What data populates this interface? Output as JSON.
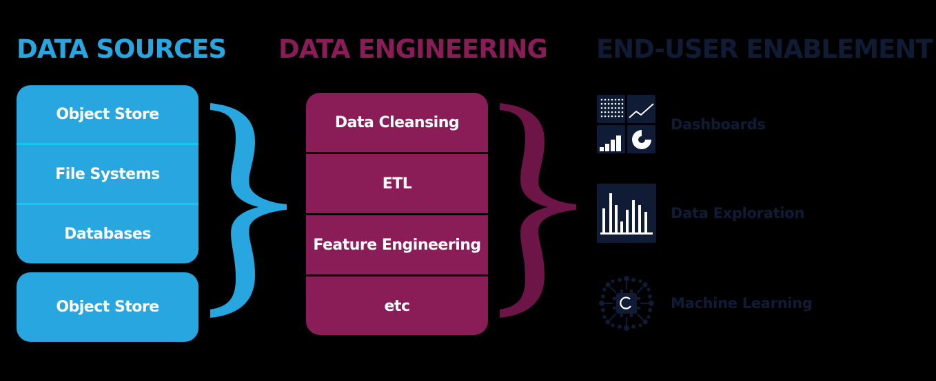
{
  "headings": {
    "data_sources": "DATA SOURCES",
    "data_engineering": "DATA ENGINEERING",
    "end_user_enablement": "END-USER ENABLEMENT"
  },
  "data_sources": {
    "stack": [
      "Object Store",
      "File Systems",
      "Databases"
    ],
    "single": "Object Store"
  },
  "data_engineering": {
    "stack": [
      "Data Cleansing",
      "ETL",
      "Feature Engineering",
      "etc"
    ]
  },
  "end_user_enablement": {
    "items": [
      {
        "label": "Dashboards",
        "icon": "dashboard-icon"
      },
      {
        "label": "Data Exploration",
        "icon": "bar-chart-icon"
      },
      {
        "label": "Machine Learning",
        "icon": "neural-network-icon"
      }
    ]
  },
  "colors": {
    "background": "#000000",
    "data_sources": "#27a6df",
    "data_sources_divider": "#15c8ee",
    "data_engineering": "#8a1d58",
    "data_engineering_brace": "#6e1548",
    "end_user": "#101c36",
    "text_on_box": "#ffffff"
  }
}
